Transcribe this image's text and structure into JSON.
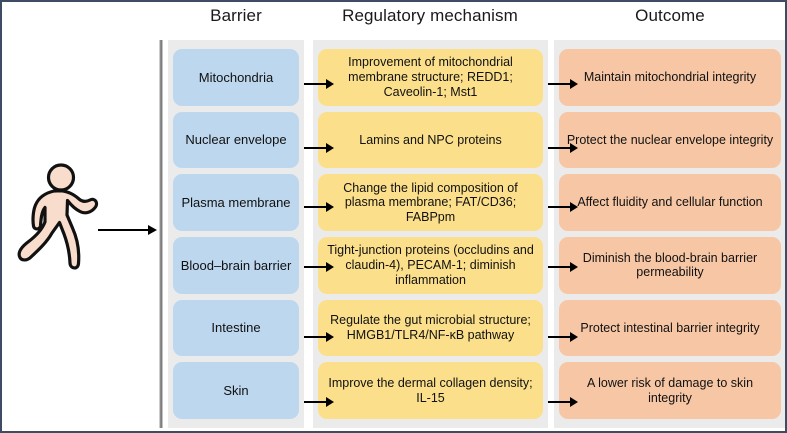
{
  "figure": {
    "subject_icon": "running-person-icon",
    "flow_arrow_icon": "right-arrow-icon",
    "colors": {
      "barrier_box": "#bdd7ee",
      "mechanism_box": "#fbdf8a",
      "outcome_box": "#f7c7a5",
      "column_background": "#ebebeb",
      "runner_fill": "#f9ddcc",
      "border": "#3d4c63",
      "arrow": "#000000"
    }
  },
  "headers": {
    "barrier": "Barrier",
    "mechanism": "Regulatory mechanism",
    "outcome": "Outcome"
  },
  "rows": [
    {
      "barrier": "Mitochondria",
      "mechanism": "Improvement of mitochondrial membrane structure; REDD1; Caveolin-1; Mst1",
      "outcome": "Maintain mitochondrial integrity"
    },
    {
      "barrier": "Nuclear envelope",
      "mechanism": "Lamins and NPC proteins",
      "outcome": "Protect the nuclear envelope integrity"
    },
    {
      "barrier": "Plasma membrane",
      "mechanism": "Change the lipid composition of plasma membrane; FAT/CD36; FABPpm",
      "outcome": "Affect fluidity and cellular function"
    },
    {
      "barrier": "Blood–brain barrier",
      "mechanism": "Tight-junction proteins (occludins and claudin-4), PECAM-1; diminish inflammation",
      "outcome": "Diminish the blood-brain barrier permeability"
    },
    {
      "barrier": "Intestine",
      "mechanism": "Regulate the gut microbial structure; HMGB1/TLR4/NF-κB pathway",
      "outcome": "Protect intestinal barrier integrity"
    },
    {
      "barrier": "Skin",
      "mechanism": "Improve the dermal collagen density; IL-15",
      "outcome": "A lower risk of damage to skin integrity"
    }
  ]
}
